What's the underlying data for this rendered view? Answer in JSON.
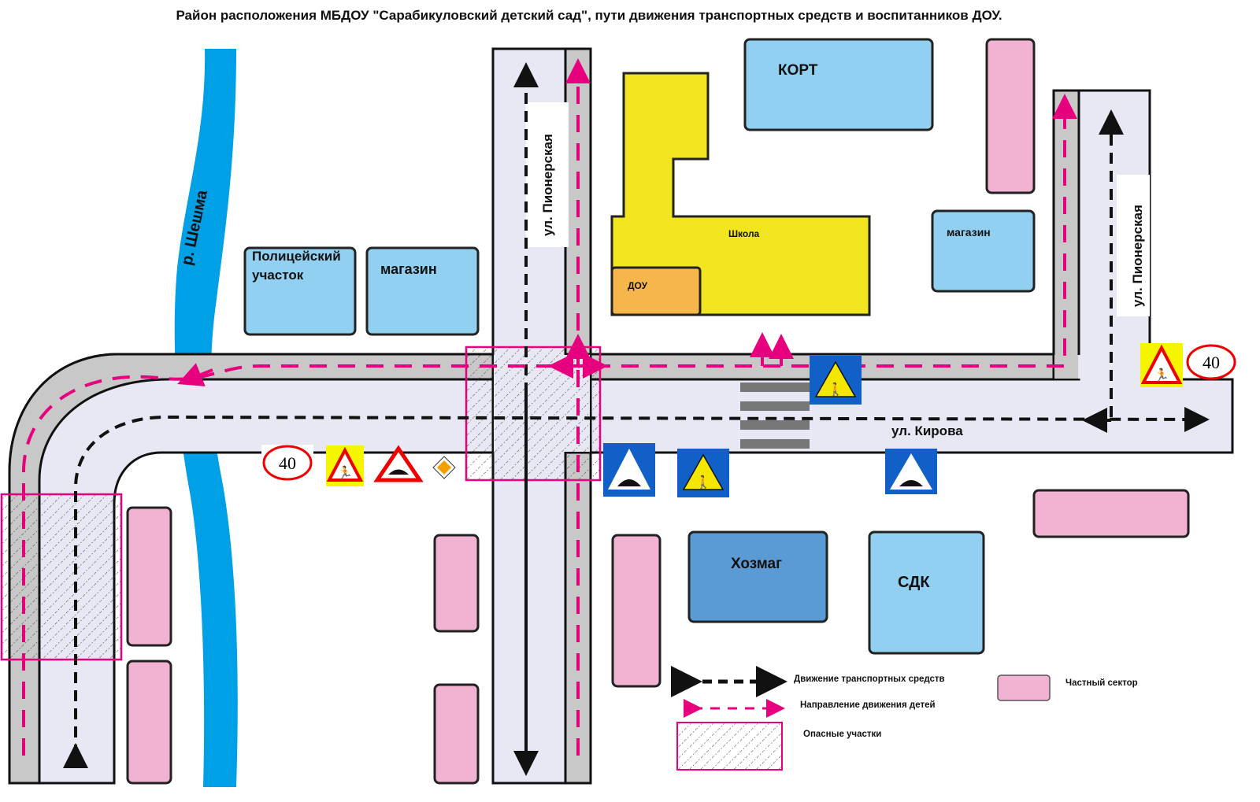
{
  "title": "Район расположения МБДОУ \"Сарабикуловский детский сад\", пути движения транспортных средств и воспитанников ДОУ.",
  "river": "р. Шешма",
  "streets": {
    "pioner_left": "ул. Пионерская",
    "pioner_right": "ул. Пионерская",
    "kirova": "ул. Кирова"
  },
  "buildings": {
    "kort": "КОРТ",
    "school": "Школа",
    "dou": "ДОУ",
    "shop_right": "магазин",
    "police_line1": "Полицейский",
    "police_line2": "участок",
    "shop_left": "магазин",
    "hozmag": "Хозмаг",
    "sdk": "СДК"
  },
  "signs": {
    "speed_limit_left": "40",
    "speed_limit_right": "40"
  },
  "legend": {
    "vehicles": "Движение транспортных средств",
    "children": "Направление движения детей",
    "danger": "Опасные участки",
    "private": "Частный сектор"
  },
  "colors": {
    "river": "#00a0e6",
    "road": "#e8e8f4",
    "sidewalk": "#c8c8c8",
    "building": "#92d0f2",
    "hozmag": "#5b9bd5",
    "school": "#f0e51e",
    "dou": "#f7b64c",
    "private": "#f2b3d2",
    "children_path": "#e6007e",
    "danger_border": "#e6007e"
  }
}
